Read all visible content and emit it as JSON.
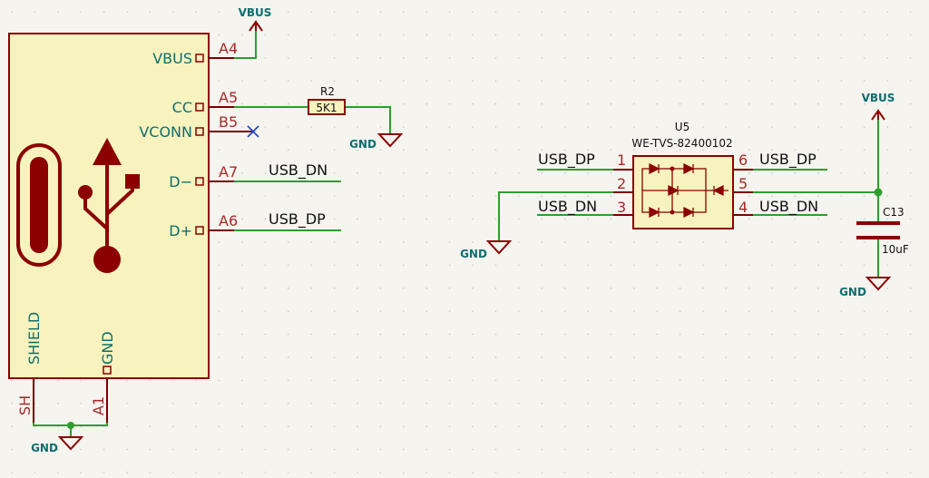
{
  "connector": {
    "pins": [
      {
        "signal": "VBUS",
        "number": "A4"
      },
      {
        "signal": "CC",
        "number": "A5"
      },
      {
        "signal": "VCONN",
        "number": "B5"
      },
      {
        "signal": "D−",
        "number": "A7"
      },
      {
        "signal": "D+",
        "number": "A6"
      }
    ],
    "shield_label": "SHIELD",
    "shield_number": "SH",
    "gnd_label": "GND",
    "gnd_number": "A1"
  },
  "power_symbols": {
    "vbus": "VBUS",
    "gnd": "GND"
  },
  "nets": {
    "usb_dn": "USB_DN",
    "usb_dp": "USB_DP"
  },
  "resistor": {
    "ref": "R2",
    "value": "5K1"
  },
  "tvs": {
    "ref": "U5",
    "part": "WE-TVS-82400102",
    "pins": {
      "p1": "1",
      "p2": "2",
      "p3": "3",
      "p4": "4",
      "p5": "5",
      "p6": "6"
    }
  },
  "capacitor": {
    "ref": "C13",
    "value": "10uF"
  },
  "colors": {
    "component_fill": "#f8f3be",
    "component_stroke": "#8b0000",
    "wire": "#2e9e2e",
    "pin_text": "#a52a2a",
    "power_text": "#0e6e6e",
    "no_connect": "#1c3fd1"
  }
}
